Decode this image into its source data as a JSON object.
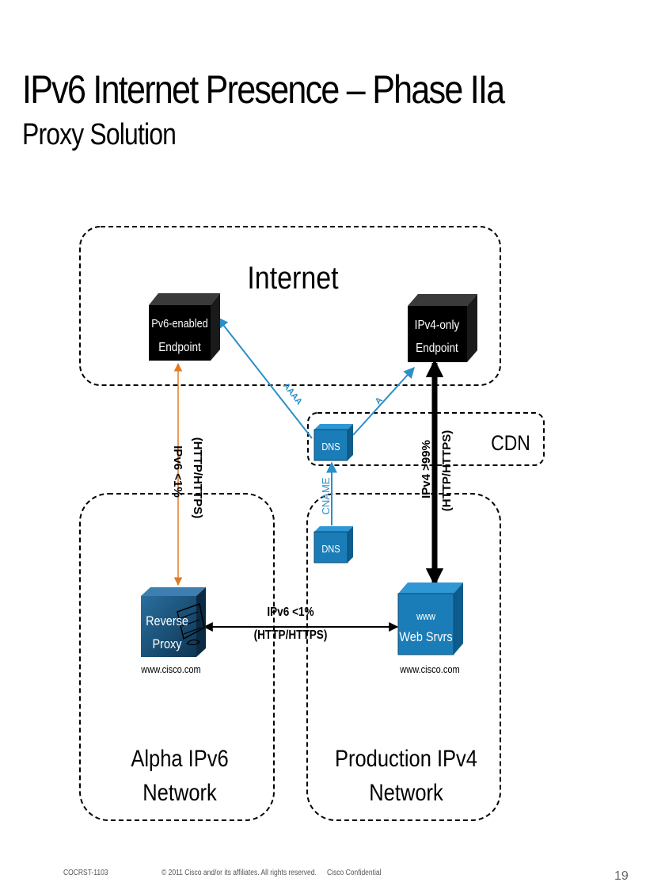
{
  "slide": {
    "title": "IPv6 Internet Presence – Phase IIa",
    "subtitle": "Proxy Solution"
  },
  "regions": {
    "internet": "Internet",
    "cdn": "CDN",
    "alpha_line1": "Alpha IPv6",
    "alpha_line2": "Network",
    "production_line1": "Production IPv4",
    "production_line2": "Network"
  },
  "nodes": {
    "ipv6_endpoint_line1": "Pv6-enabled",
    "ipv6_endpoint_line2": "Endpoint",
    "ipv4_endpoint_line1": "IPv4-only",
    "ipv4_endpoint_line2": "Endpoint",
    "dns_cdn": "DNS",
    "dns_internal": "DNS",
    "reverse_proxy_line1": "Reverse",
    "reverse_proxy_line2": "Proxy",
    "reverse_proxy_host": "www.cisco.com",
    "web_srvrs_line1": "www",
    "web_srvrs_line2": "Web Srvrs",
    "web_srvrs_host": "www.cisco.com"
  },
  "links": {
    "aaaa": "AAAA",
    "a": "A",
    "cname": "CNAME",
    "ipv6_internet_line1": "IPv6 <1%",
    "ipv6_internet_line2": "(HTTP/HTTPS)",
    "ipv4_internet_line1": "IPv4 >99%",
    "ipv4_internet_line2": "(HTTP/HTTPS)",
    "proxy_link_line1": "IPv6 <1%",
    "proxy_link_line2": "(HTTP/HTTPS)"
  },
  "footer": {
    "code": "COCRST-1103",
    "copyright": "© 2011 Cisco and/or its affiliates. All rights reserved.",
    "confidential": "Cisco Confidential",
    "page_number": "19"
  },
  "colors": {
    "dns_link": "#2b8fc8",
    "ipv6_link": "#e07a24",
    "device_blue": "#1a7db8",
    "device_black": "#000000"
  }
}
